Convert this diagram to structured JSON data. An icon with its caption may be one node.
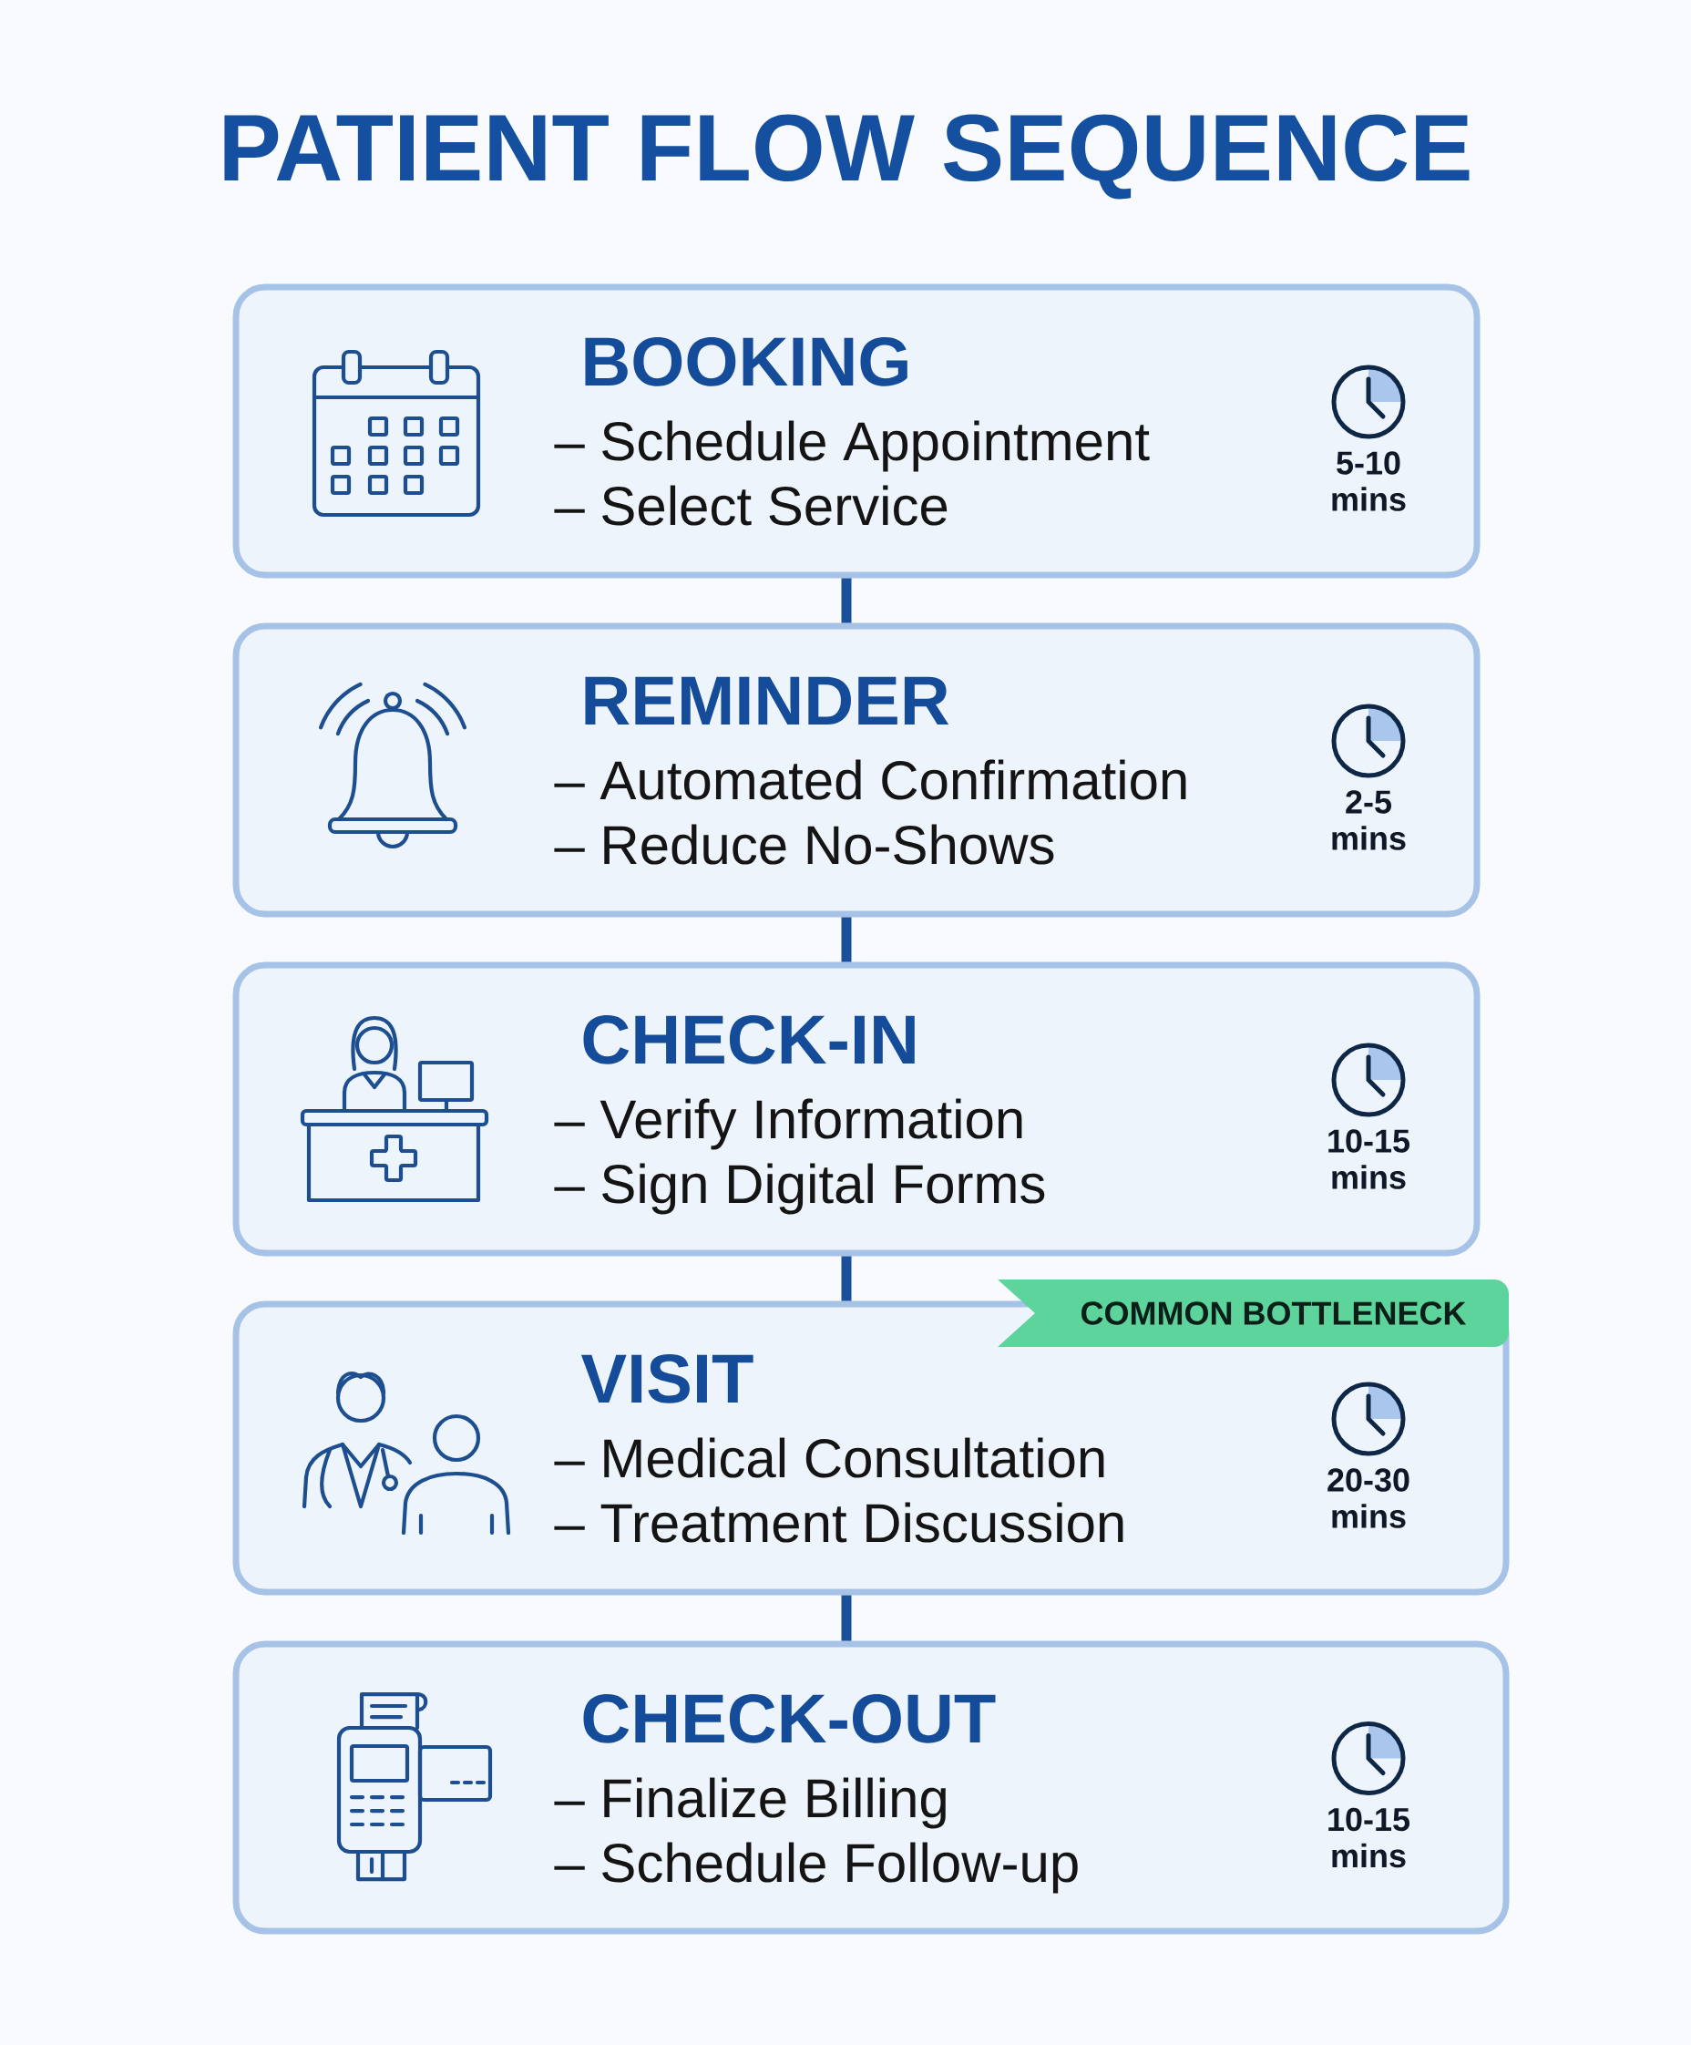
{
  "diagram": {
    "title": "PATIENT FLOW SEQUENCE",
    "nodes": [
      {
        "text": [
          "BOOKING",
          "– Schedule Appointment",
          "– Select Service",
          "5-10 mins"
        ]
      },
      {
        "text": [
          "REMINDER",
          "– Automated Confirmation",
          "– Reduce No-Shows",
          "2-5 mins"
        ]
      },
      {
        "text": [
          "CHECK-IN",
          "– Verify Information",
          "– Sign Digital Forms",
          "10-15 mins"
        ]
      },
      {
        "text": [
          "VISIT",
          "– Medical Consultation",
          "– Treatment Discussion",
          "20-30 mins"
        ]
      },
      {
        "text": [
          "COMMON BOTTLENECK"
        ]
      },
      {
        "text": [
          "CHECK-OUT",
          "– Finalize Billing",
          "– Schedule Follow-up",
          "10-15 mins"
        ]
      }
    ],
    "edges": [
      {
        "from": 0,
        "to": 1,
        "arrow": "none"
      },
      {
        "from": 1,
        "to": 2,
        "arrow": "none"
      },
      {
        "from": 2,
        "to": 3,
        "arrow": "none"
      },
      {
        "from": 3,
        "to": 5,
        "arrow": "none"
      }
    ]
  }
}
